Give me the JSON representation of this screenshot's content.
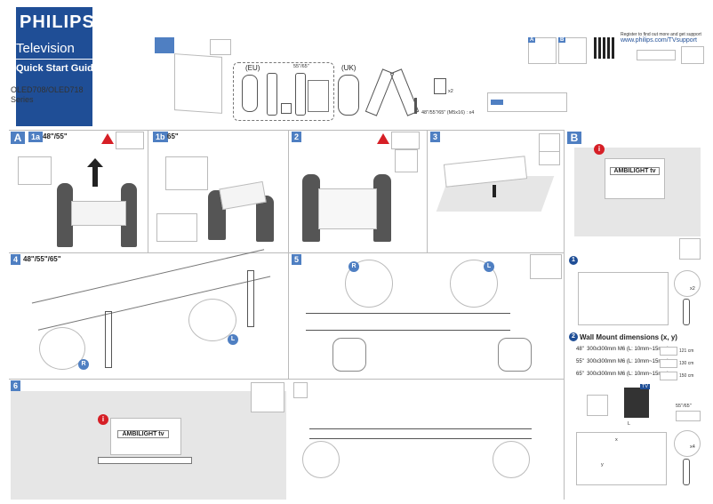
{
  "brand": {
    "logo": "PHILIPS",
    "title": "Television",
    "subtitle": "Quick Start Guide"
  },
  "model": {
    "line1": "OLED708/OLED718",
    "line2": "Series"
  },
  "accessories": {
    "eu_label": "(EU)",
    "uk_label": "(UK)",
    "size_label": "55\"/65\"",
    "x2_label": "x2",
    "screws_label": "48\"/55\"/65\" (M5x16) : x4"
  },
  "register": {
    "line1": "Register to find out more and get support",
    "line2": "www.philips.com/TVsupport"
  },
  "sections": {
    "A": "A",
    "B": "B",
    "a1": "1a",
    "a1_sizes": "48\"/55\"",
    "b1": "1b",
    "b1_sizes": "65\"",
    "s2": "2",
    "s3": "3",
    "s4": "4",
    "s4_sizes": "48\"/55\"/65\"",
    "s5": "5",
    "s6": "6"
  },
  "labels": {
    "R": "R",
    "L": "L",
    "ambilight": "AMBILIGHT tv"
  },
  "wall": {
    "step1": "1",
    "step2": "2",
    "title": "Wall Mount dimensions (x, y)",
    "x4": "x4",
    "x2": "x2",
    "rows": [
      {
        "size": "48\"",
        "spec": "300x300mm M6 (L: 10mm~15mm)",
        "dist": "121 cm"
      },
      {
        "size": "55\"",
        "spec": "300x300mm M6 (L: 10mm~15mm)",
        "dist": "130 cm"
      },
      {
        "size": "65\"",
        "spec": "300x300mm M6 (L: 10mm~15mm)",
        "dist": "150 cm"
      }
    ],
    "sizes_label": "55\"/65\"",
    "x_label": "x",
    "y_label": "y",
    "l_label": "L",
    "tv_label": "TV"
  }
}
